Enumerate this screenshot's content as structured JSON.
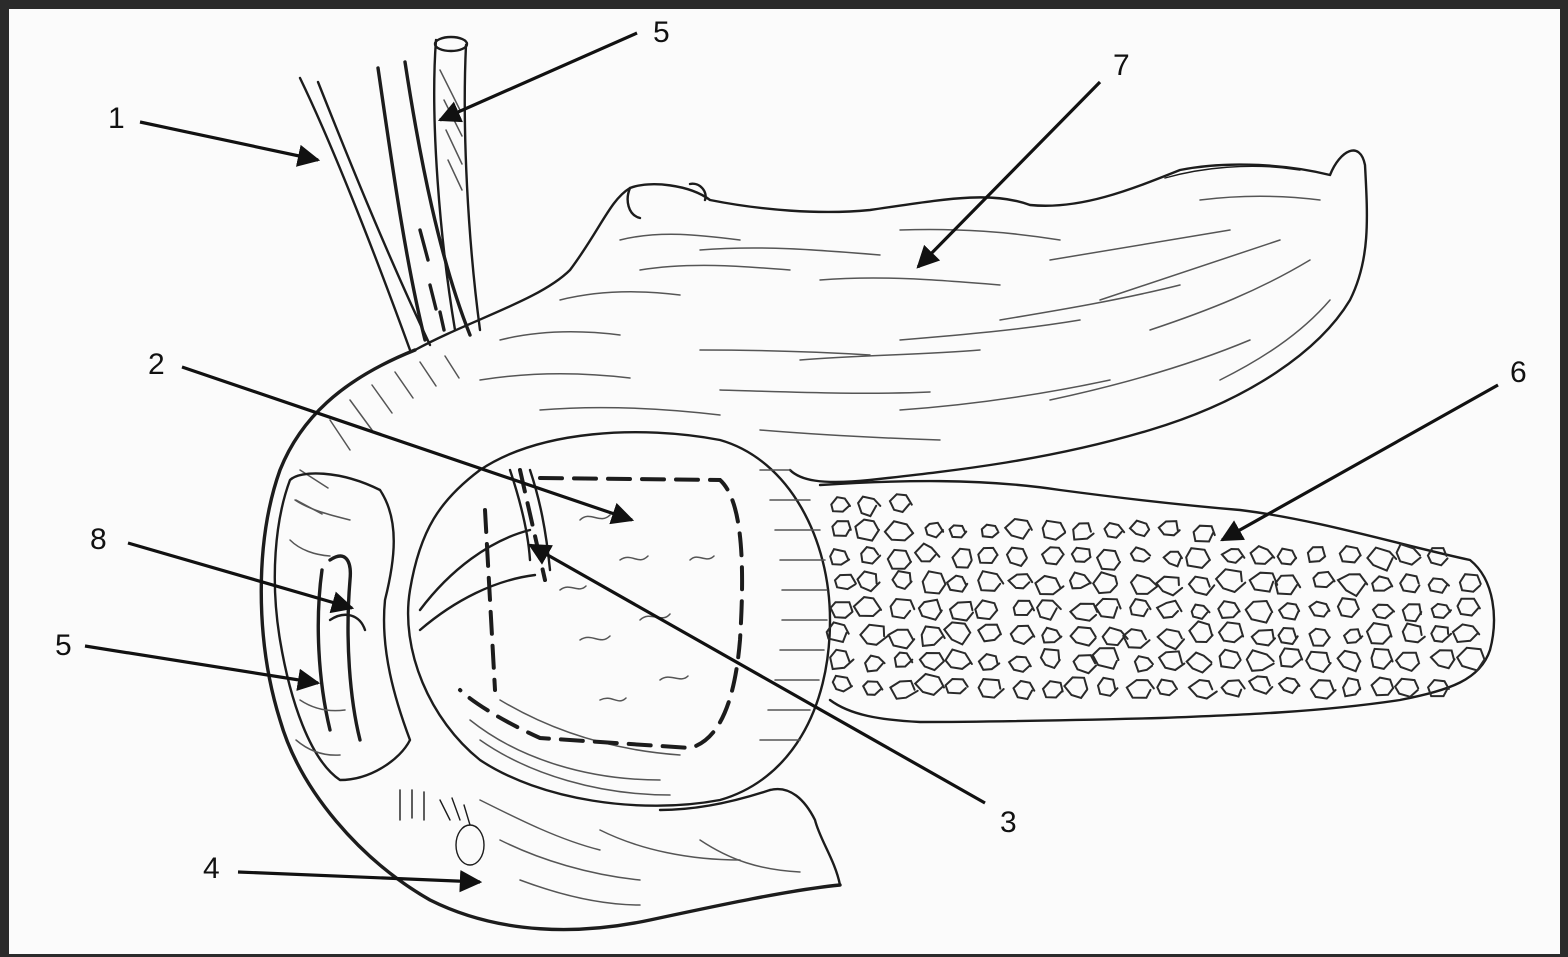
{
  "diagram": {
    "labels": [
      {
        "id": "1",
        "text": "1"
      },
      {
        "id": "5a",
        "text": "5"
      },
      {
        "id": "7",
        "text": "7"
      },
      {
        "id": "2",
        "text": "2"
      },
      {
        "id": "6",
        "text": "6"
      },
      {
        "id": "8",
        "text": "8"
      },
      {
        "id": "5b",
        "text": "5"
      },
      {
        "id": "3",
        "text": "3"
      },
      {
        "id": "4",
        "text": "4"
      }
    ]
  }
}
